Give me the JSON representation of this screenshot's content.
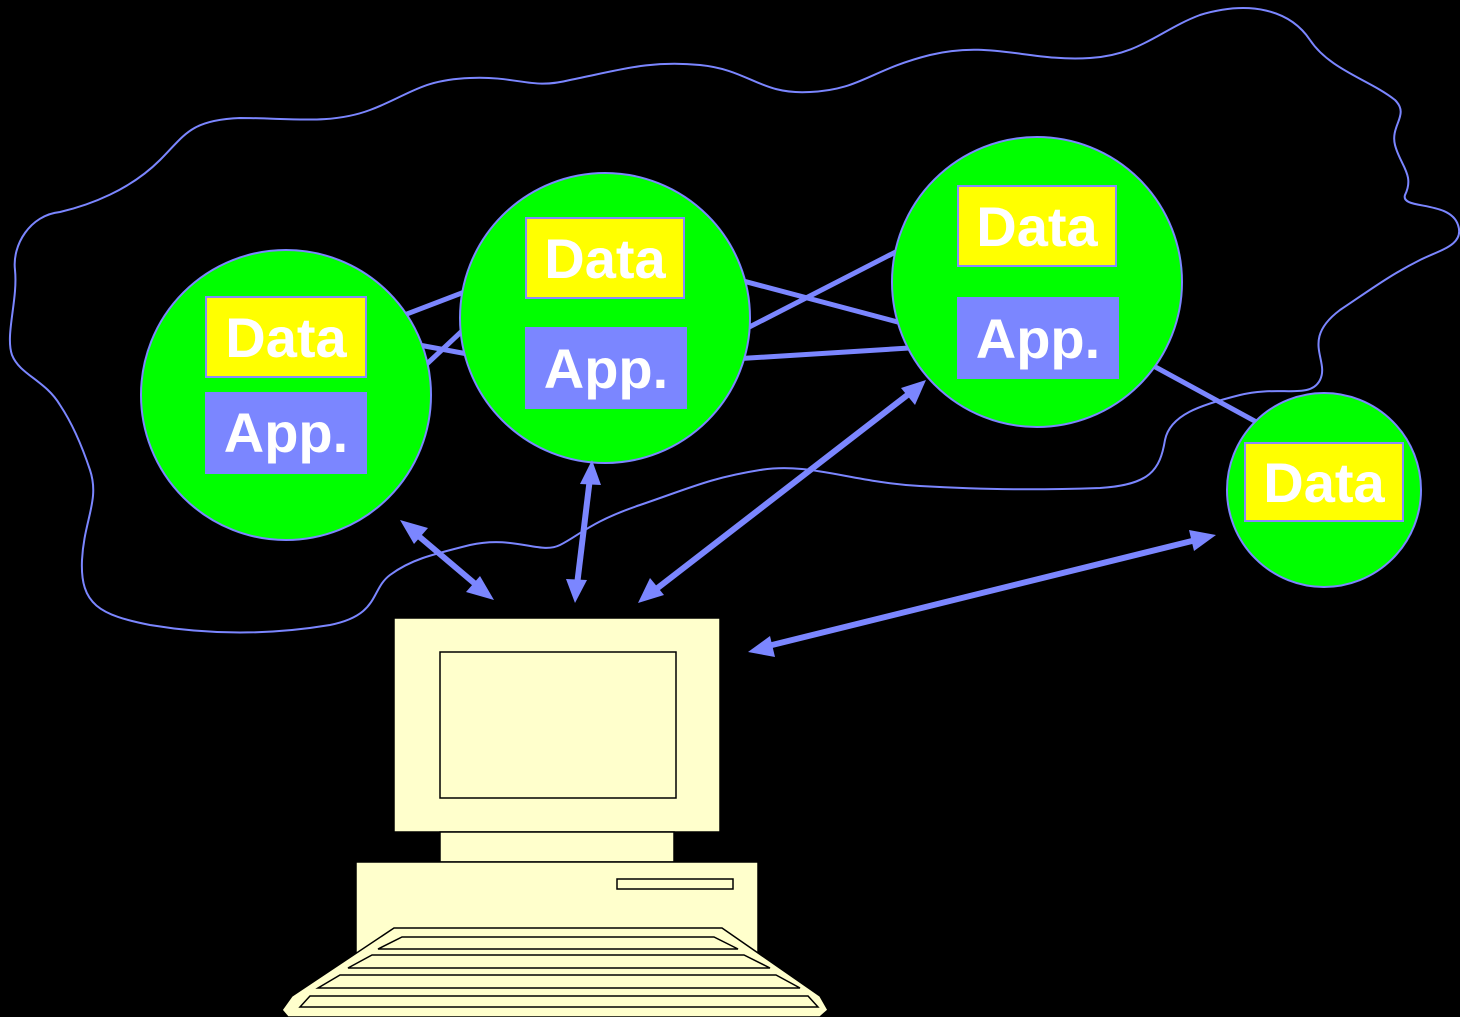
{
  "colors": {
    "background": "#000000",
    "node": "#00ff00",
    "data_box": "#ffff00",
    "app_box": "#7b86ff",
    "link": "#7b86ff",
    "computer": "#ffffcc"
  },
  "nodes": [
    {
      "data_label": "Data",
      "app_label": "App."
    },
    {
      "data_label": "Data",
      "app_label": "App."
    },
    {
      "data_label": "Data",
      "app_label": "App."
    },
    {
      "data_label": "Data"
    }
  ]
}
